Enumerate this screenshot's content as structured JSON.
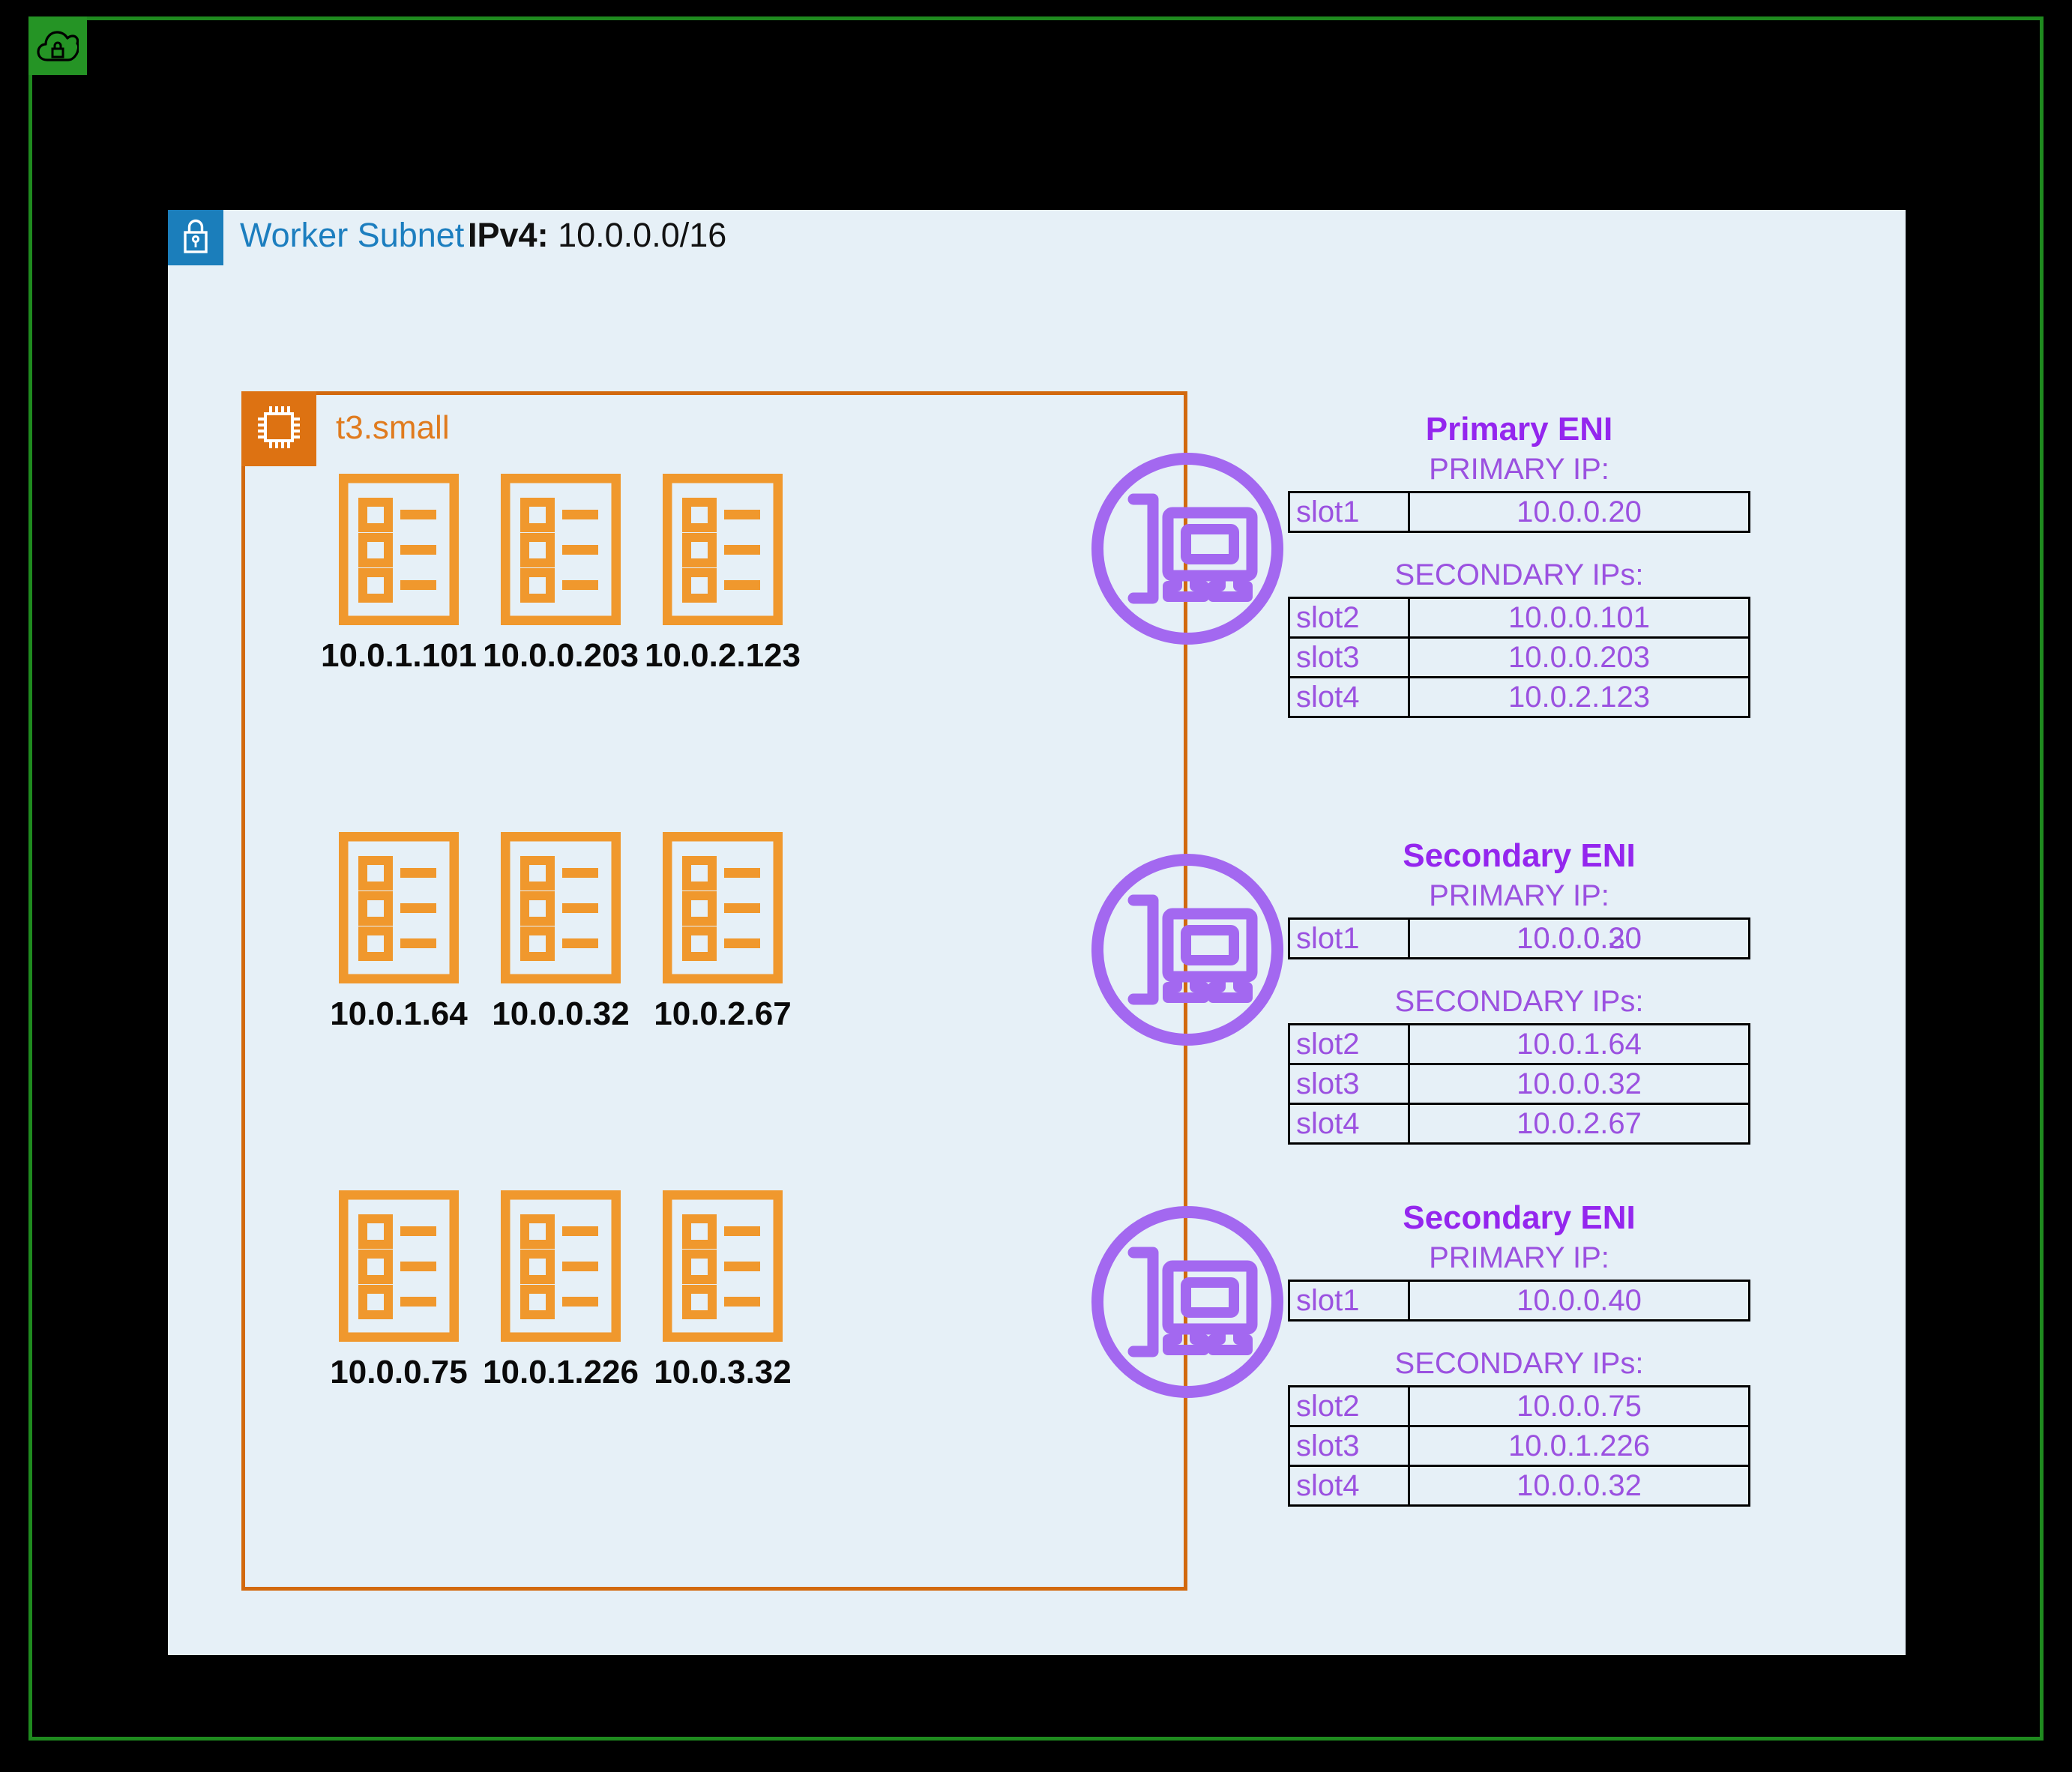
{
  "vpc": {
    "icon": "cloud-lock-icon",
    "border_color": "#1F8A1F",
    "badge_color": "#259425"
  },
  "subnet": {
    "icon": "lock-icon",
    "title": "Worker Subnet",
    "cidr_label": "IPv4:",
    "cidr_value": "10.0.0.0/16",
    "title_color": "#1C7EBF",
    "panel_color": "#E6F0F7"
  },
  "instance": {
    "icon": "cpu-chip-icon",
    "label": "t3.small",
    "border_color": "#D2690E",
    "badge_color": "#DD7212",
    "label_color": "#E07B1E"
  },
  "pods": [
    {
      "icon": "pod-list-icon",
      "ip": "10.0.1.101"
    },
    {
      "icon": "pod-list-icon",
      "ip": "10.0.0.203"
    },
    {
      "icon": "pod-list-icon",
      "ip": "10.0.2.123"
    },
    {
      "icon": "pod-list-icon",
      "ip": "10.0.1.64"
    },
    {
      "icon": "pod-list-icon",
      "ip": "10.0.0.32"
    },
    {
      "icon": "pod-list-icon",
      "ip": "10.0.2.67"
    },
    {
      "icon": "pod-list-icon",
      "ip": "10.0.0.75"
    },
    {
      "icon": "pod-list-icon",
      "ip": "10.0.1.226"
    },
    {
      "icon": "pod-list-icon",
      "ip": "10.0.3.32"
    }
  ],
  "enis": [
    {
      "icon": "network-interface-card-icon",
      "title": "Primary ENI",
      "primary_label": "PRIMARY IP:",
      "secondary_label": "SECONDARY IPs:",
      "primary": {
        "slot": "slot1",
        "ip": "10.0.0.20"
      },
      "secondary": [
        {
          "slot": "slot2",
          "ip": "10.0.0.101"
        },
        {
          "slot": "slot3",
          "ip": "10.0.0.203"
        },
        {
          "slot": "slot4",
          "ip": "10.0.2.123"
        }
      ]
    },
    {
      "icon": "network-interface-card-icon",
      "title": "Secondary ENI",
      "primary_label": "PRIMARY IP:",
      "secondary_label": "SECONDARY IPs:",
      "primary": {
        "slot": "slot1",
        "ip": "10.0.0.20",
        "ip_overlap": "10.0.0.30"
      },
      "secondary": [
        {
          "slot": "slot2",
          "ip": "10.0.1.64"
        },
        {
          "slot": "slot3",
          "ip": "10.0.0.32"
        },
        {
          "slot": "slot4",
          "ip": "10.0.2.67"
        }
      ]
    },
    {
      "icon": "network-interface-card-icon",
      "title": "Secondary ENI",
      "primary_label": "PRIMARY IP:",
      "secondary_label": "SECONDARY IPs:",
      "primary": {
        "slot": "slot1",
        "ip": "10.0.0.40"
      },
      "secondary": [
        {
          "slot": "slot2",
          "ip": "10.0.0.75"
        },
        {
          "slot": "slot3",
          "ip": "10.0.1.226"
        },
        {
          "slot": "slot4",
          "ip": "10.0.0.32"
        }
      ]
    }
  ],
  "colors": {
    "eni_purple": "#9B51E0",
    "eni_title_purple": "#9426EE",
    "pod_orange": "#F0982D",
    "background": "#000000"
  }
}
